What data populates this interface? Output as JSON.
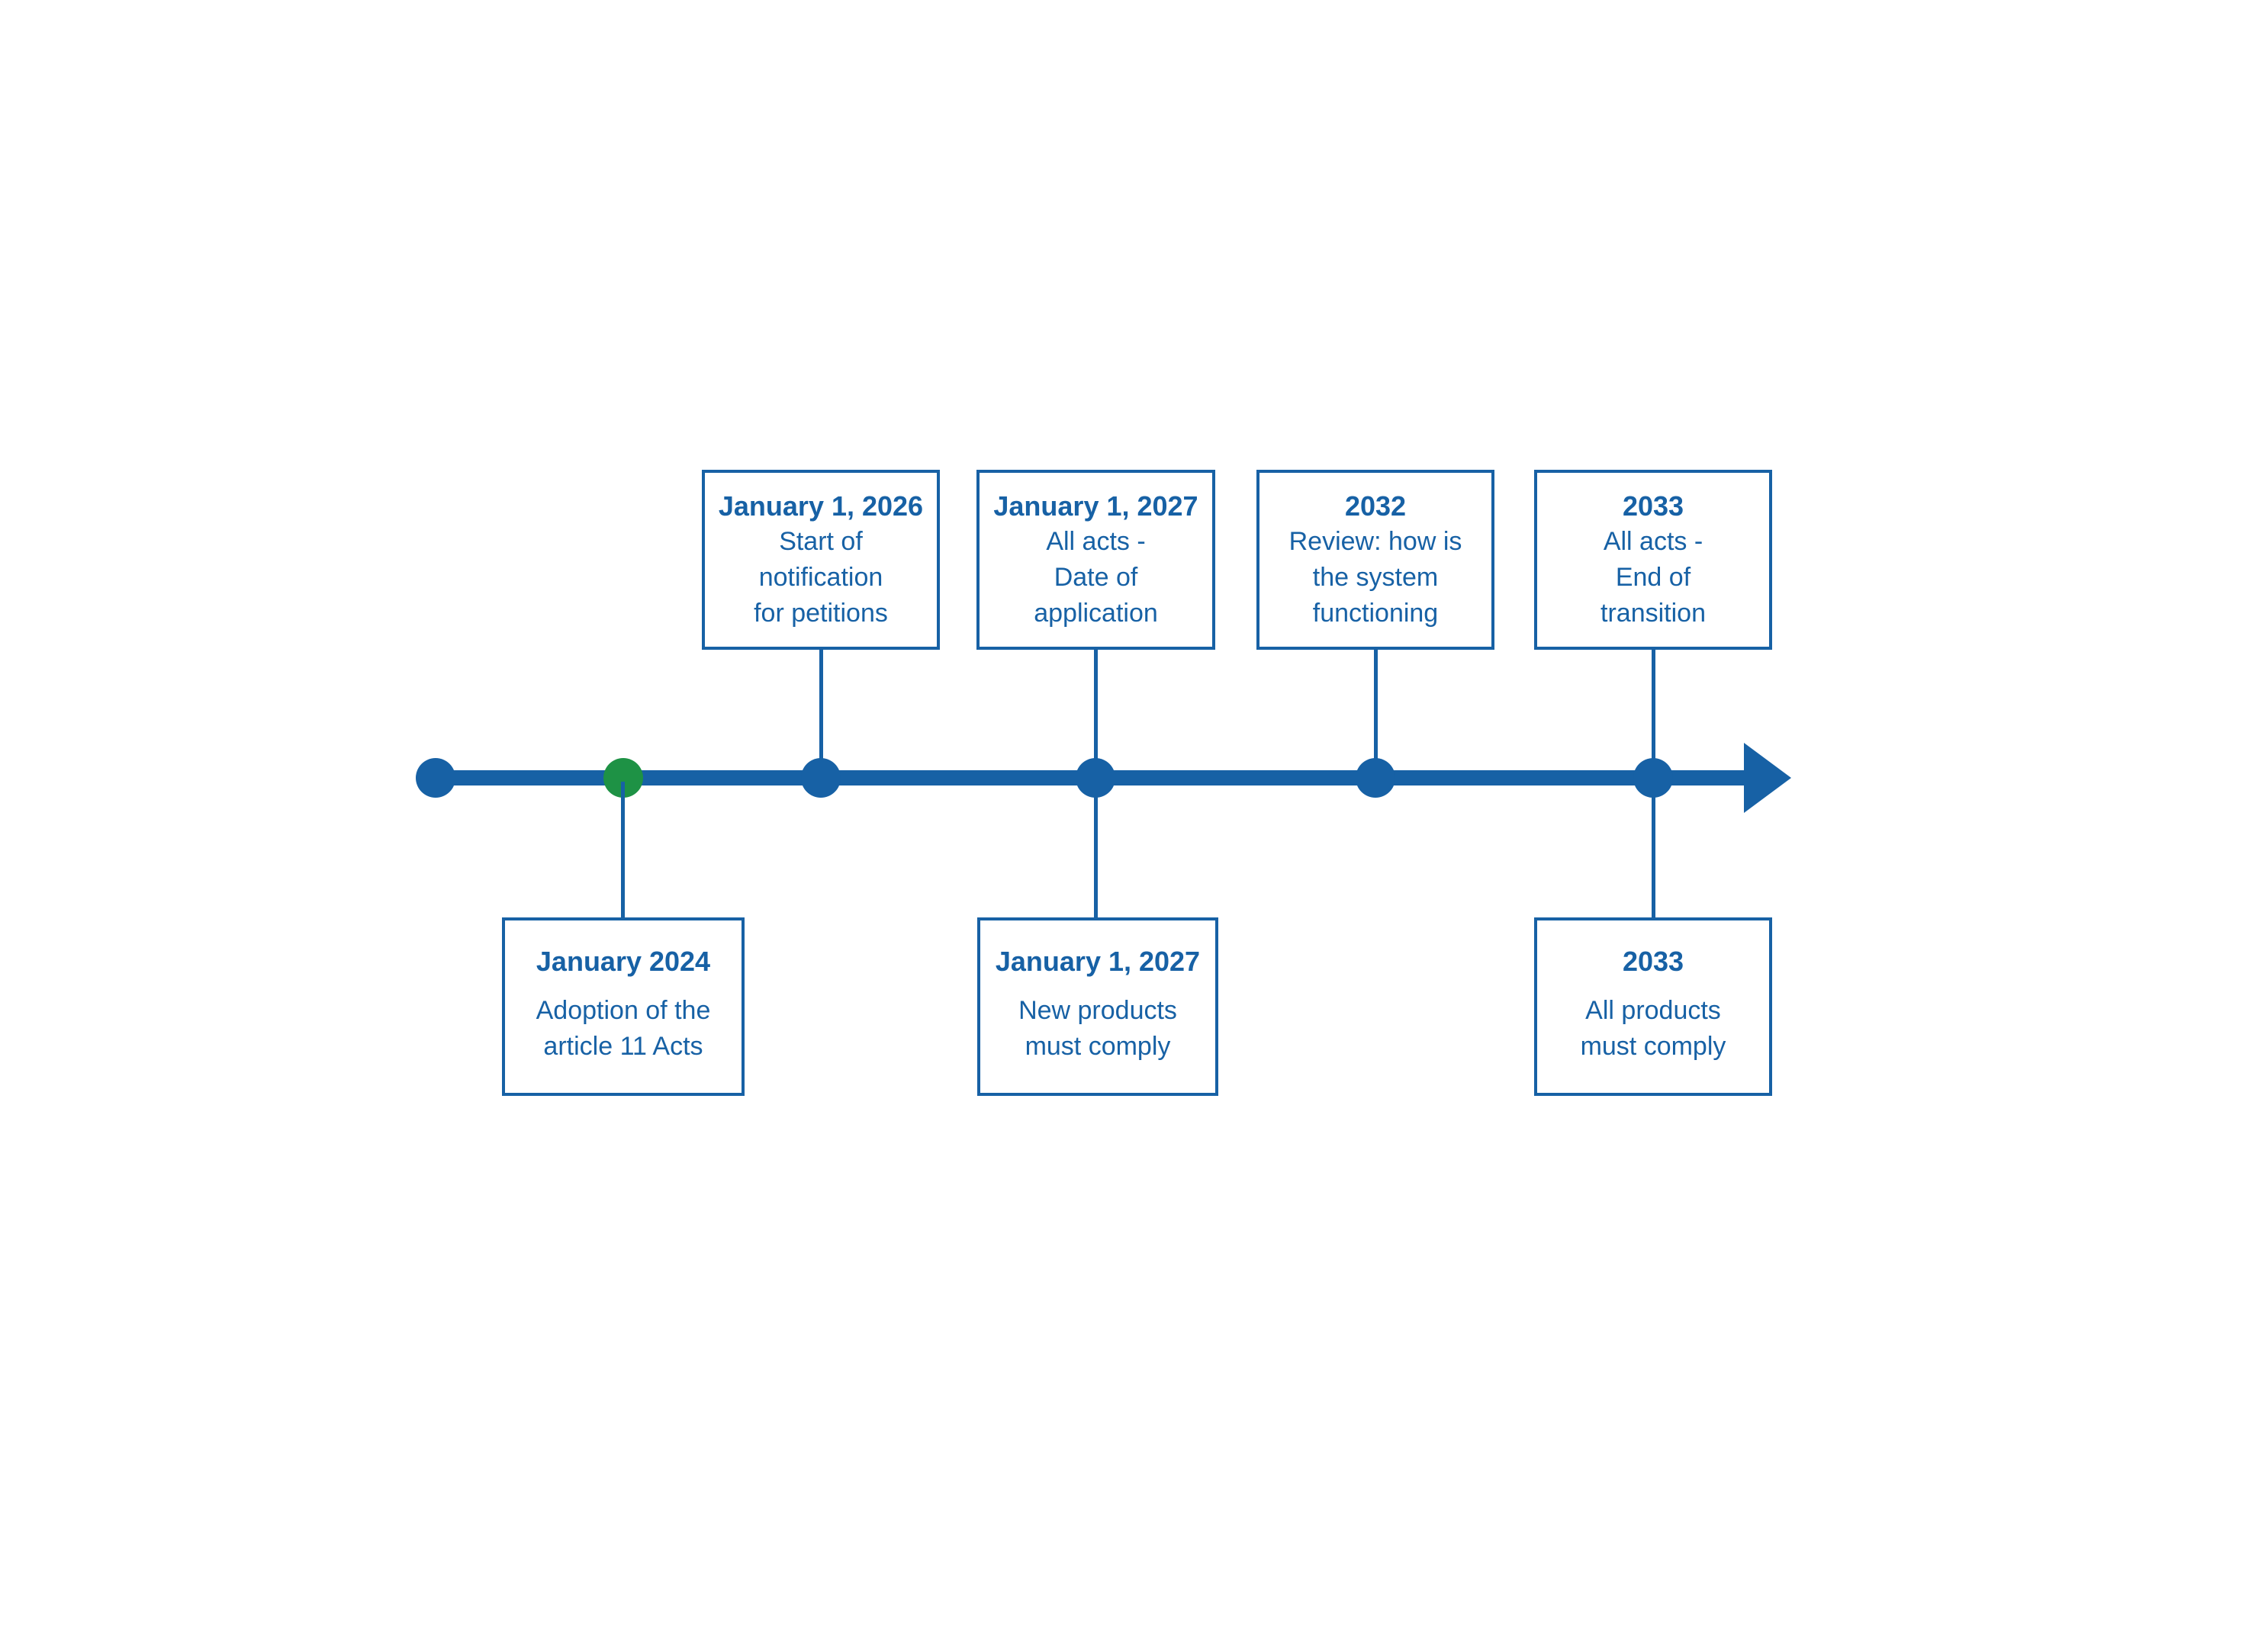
{
  "colors": {
    "primary_blue": "#1761A5",
    "highlight_green": "#1E9245"
  },
  "events": [
    {
      "date": "January 2024",
      "description": "Adoption of the\narticle 11 Acts",
      "position": "below",
      "dot_color": "green"
    },
    {
      "date": "January 1, 2026",
      "description": "Start of\nnotification\nfor petitions",
      "position": "above",
      "dot_color": "blue"
    },
    {
      "date": "January 1, 2027",
      "description": "All acts -\nDate of\napplication",
      "position": "above",
      "dot_color": "blue"
    },
    {
      "date": "January 1, 2027",
      "description": "New products\nmust comply",
      "position": "below",
      "dot_color": "blue"
    },
    {
      "date": "2032",
      "description": "Review: how is\nthe system\nfunctioning",
      "position": "above",
      "dot_color": "blue"
    },
    {
      "date": "2033",
      "description": "All acts -\nEnd of\ntransition",
      "position": "above",
      "dot_color": "blue"
    },
    {
      "date": "2033",
      "description": "All products\nmust comply",
      "position": "below",
      "dot_color": "blue"
    }
  ]
}
